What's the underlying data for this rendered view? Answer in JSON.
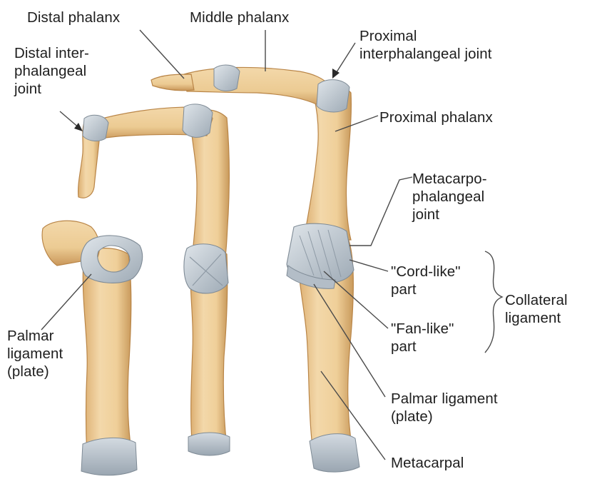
{
  "colors": {
    "bone": "#efd1a0",
    "bone_shadow": "#d9a96a",
    "bone_dark": "#b98547",
    "ligament": "#c3ccd4",
    "ligament_shadow": "#8e9aa5",
    "cartilage": "#aeb8c2",
    "leader_line": "#4a4a4a",
    "text": "#1e1e1e"
  },
  "labels": {
    "distal_phalanx": "Distal phalanx",
    "middle_phalanx": "Middle phalanx",
    "proximal_ip_joint": "Proximal\ninterphalangeal joint",
    "distal_ip_joint": "Distal inter-\nphalangeal\njoint",
    "proximal_phalanx": "Proximal phalanx",
    "mcp_joint": "Metacarpo-\nphalangeal\njoint",
    "cord_like_part": "\"Cord-like\"\npart",
    "fan_like_part": "\"Fan-like\"\npart",
    "collateral_ligament": "Collateral\nligament",
    "palmar_ligament_left": "Palmar\nligament\n(plate)",
    "palmar_ligament_right": "Palmar ligament\n(plate)",
    "metacarpal": "Metacarpal"
  }
}
